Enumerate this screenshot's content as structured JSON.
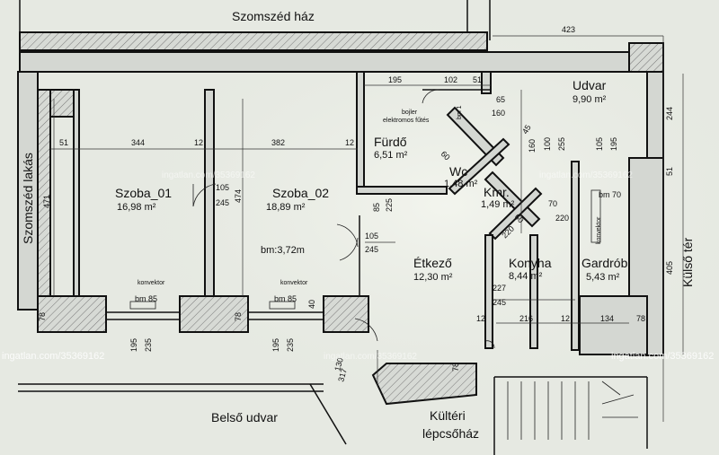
{
  "labels": {
    "neighbor_house": "Szomszéd ház",
    "neighbor_flat": "Szomszéd lakás",
    "outer_square": "Külső tér",
    "inner_yard": "Belső udvar",
    "stairwell_line1": "Kültéri",
    "stairwell_line2": "lépcsőház"
  },
  "rooms": [
    {
      "name": "Szoba_01",
      "area": "16,98 m²"
    },
    {
      "name": "Szoba_02",
      "area": "18,89 m²"
    },
    {
      "name": "Fürdő",
      "area": "6,51 m²"
    },
    {
      "name": "Wc",
      "area": "1,48 m²"
    },
    {
      "name": "Kmr.",
      "area": "1,49 m²"
    },
    {
      "name": "Udvar",
      "area": "9,90 m²"
    },
    {
      "name": "Étkező",
      "area": "12,30 m²"
    },
    {
      "name": "Konyha",
      "area": "8,44 m²"
    },
    {
      "name": "Gardrób",
      "area": "5,43 m²"
    }
  ],
  "notes": {
    "ceiling_height": "bm:3,72m",
    "boiler_line1": "bojler",
    "boiler_line2": "elektromos fűtés",
    "convector": "konvektor",
    "convector_vertical": "konvektor",
    "bm1": "bm 1",
    "bm85": "bm 85",
    "bm85b": "bm 85",
    "bm70": "bm 70"
  },
  "dimensions": {
    "d423": "423",
    "d244": "244",
    "d51a": "51",
    "d405": "405",
    "d471": "471",
    "d51b": "51",
    "d344": "344",
    "d12a": "12",
    "d382": "382",
    "d12b": "12",
    "d474": "474",
    "d105a": "105",
    "d245a": "245",
    "d195": "195",
    "d102": "102",
    "d51c": "51",
    "d65": "65",
    "d160a": "160",
    "d45": "45",
    "d160b": "160",
    "d60a": "60",
    "d60b": "60",
    "d85": "85",
    "d225": "225",
    "d105b": "105",
    "d245b": "245",
    "d100": "100",
    "d255": "255",
    "d105c": "105",
    "d195b": "195",
    "d70": "70",
    "d220a": "220",
    "d220b": "220",
    "d227": "227",
    "d245c": "245",
    "d12c": "12",
    "d216": "216",
    "d12d": "12",
    "d134": "134",
    "d78a": "78",
    "d78b": "78",
    "d78c": "78",
    "d78d": "78",
    "d195c": "195",
    "d235a": "235",
    "d195d": "195",
    "d235b": "235",
    "d130": "130",
    "d317": "317",
    "d40": "40"
  },
  "watermarks": {
    "w1": "ingatlan.com/35369162",
    "w2": "ingatlan.com/35369162",
    "w3": "ingatlan.com/35369162",
    "w4": "ingatlan.com/35369162",
    "w5": "ingatlan.com/35369162"
  }
}
